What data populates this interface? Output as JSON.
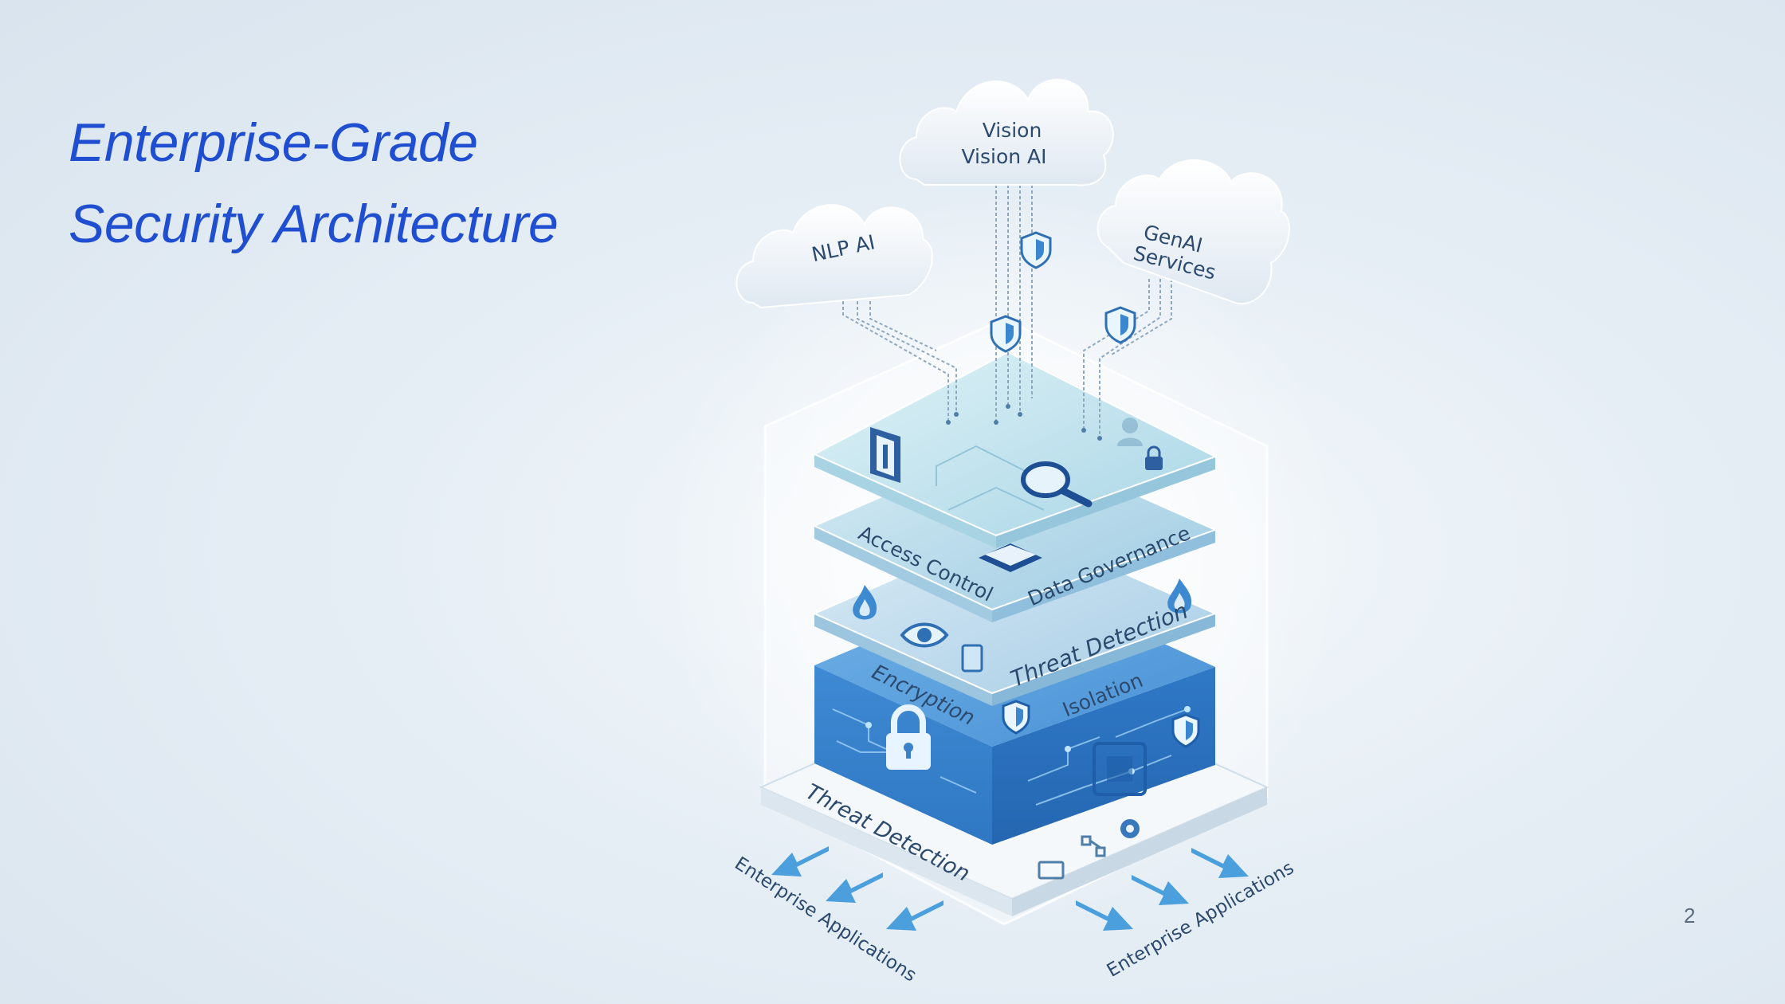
{
  "slide": {
    "title_line1": "Enterprise-Grade",
    "title_line2": "Security Architecture",
    "page_number": "2"
  },
  "diagram": {
    "clouds": {
      "vision_line1": "Vision",
      "vision_line2": "Vision AI",
      "nlp": "NLP AI",
      "genai_line1": "GenAI",
      "genai_line2": "Services"
    },
    "layers": {
      "access_control": "Access Control",
      "data_governance": "Data Governance",
      "threat_detection_middle": "Threat Detection",
      "encryption": "Encryption",
      "isolation": "Isolation",
      "threat_detection_base": "Threat Detection"
    },
    "outputs": {
      "left": "Enterprise Applications",
      "right": "Enterprise Applications"
    },
    "icons": [
      "shield-icon",
      "lock-icon",
      "magnifier-icon",
      "chip-icon",
      "flame-icon",
      "eye-icon",
      "door-icon",
      "user-icon",
      "circuit-icon",
      "arrow-down-icon"
    ],
    "colors": {
      "title": "#1f4fd0",
      "layer_top": "#bfe3ee",
      "layer_mid": "#a9d2e6",
      "encryption_block": "#3b88d0",
      "arrow": "#4a9fdc",
      "cloud": "#f2f6fa"
    }
  }
}
